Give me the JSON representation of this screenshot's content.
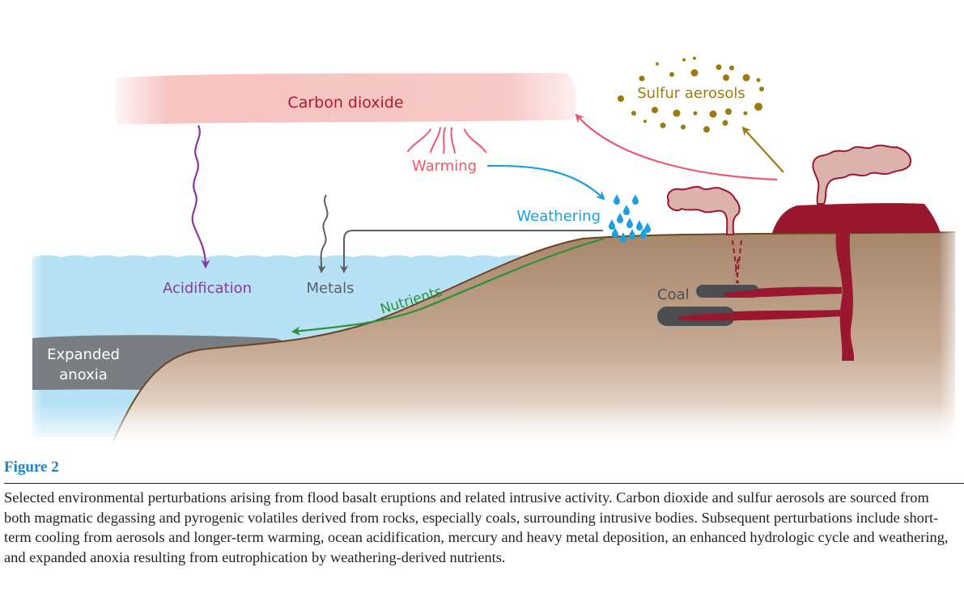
{
  "figure": {
    "labels": {
      "carbon_dioxide": "Carbon dioxide",
      "sulfur_aerosols": "Sulfur aerosols",
      "warming": "Warming",
      "weathering": "Weathering",
      "acidification": "Acidification",
      "metals": "Metals",
      "nutrients": "Nutrients",
      "expanded_anoxia_line1": "Expanded",
      "expanded_anoxia_line2": "anoxia",
      "coal": "Coal"
    },
    "colors": {
      "carbon_dioxide_text": "#b5172a",
      "carbon_dioxide_band": "#f6c3c1",
      "warming": "#ec5874",
      "sulfur": "#9a7b0e",
      "weathering": "#1aa1dc",
      "acidification": "#8a3a9e",
      "metals": "#5f5f63",
      "nutrients": "#2b9137",
      "ocean": "#b7e2f6",
      "anoxia": "#76787c",
      "land_top": "#a7866b",
      "land_bottom": "#ede2d8",
      "land_edge": "#6a4520",
      "magma": "#991830",
      "plume_fill": "#dcb3ac",
      "coal": "#4c4d51"
    }
  },
  "caption": {
    "title": "Figure 2",
    "text": "Selected environmental perturbations arising from flood basalt eruptions and related intrusive activity. Carbon dioxide and sulfur aerosols are sourced from both magmatic degassing and pyrogenic volatiles derived from rocks, especially coals, surrounding intrusive bodies. Subsequent perturbations include short-term cooling from aerosols and longer-term warming, ocean acidification, mercury and heavy metal deposition, an enhanced hydrologic cycle and weathering, and expanded anoxia resulting from eutrophication by weathering-derived nutrients."
  }
}
